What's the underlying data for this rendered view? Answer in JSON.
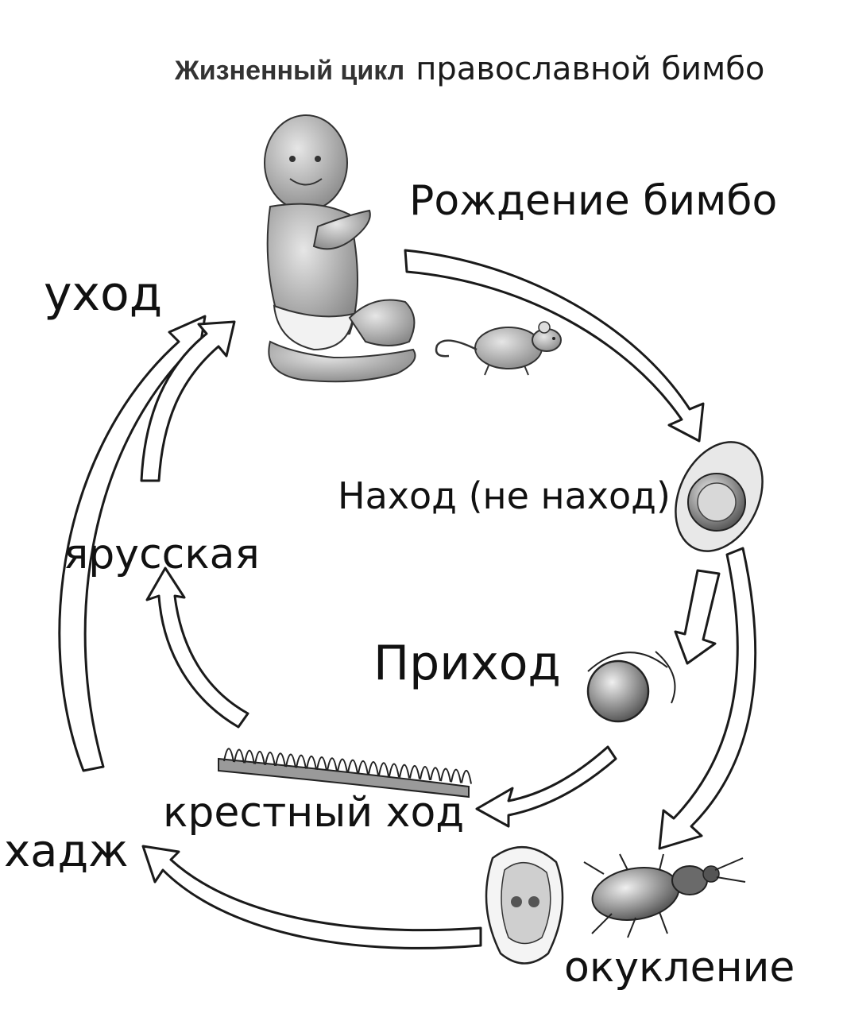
{
  "title": {
    "bold": "Жизненный цикл",
    "rest": "православной бимбо"
  },
  "stages": {
    "birth": "Рождение бимбо",
    "finding": "Наход (не наход)",
    "arrival": "Приход",
    "procession": "крестный ход",
    "pupation": "окукление",
    "hajj": "хадж",
    "yarusskaya": "ярусская",
    "departure": "уход"
  },
  "colors": {
    "ink": "#1a1a1a",
    "arrow_fill": "#ffffff",
    "figure_gray": "#8a8a8a",
    "figure_light": "#c8c8c8",
    "background": "#ffffff"
  },
  "icons": [
    "baby-figure",
    "mouse-figure",
    "egg-figure",
    "cell-figure",
    "caterpillar-figure",
    "seed-figure",
    "beetle-figure"
  ]
}
